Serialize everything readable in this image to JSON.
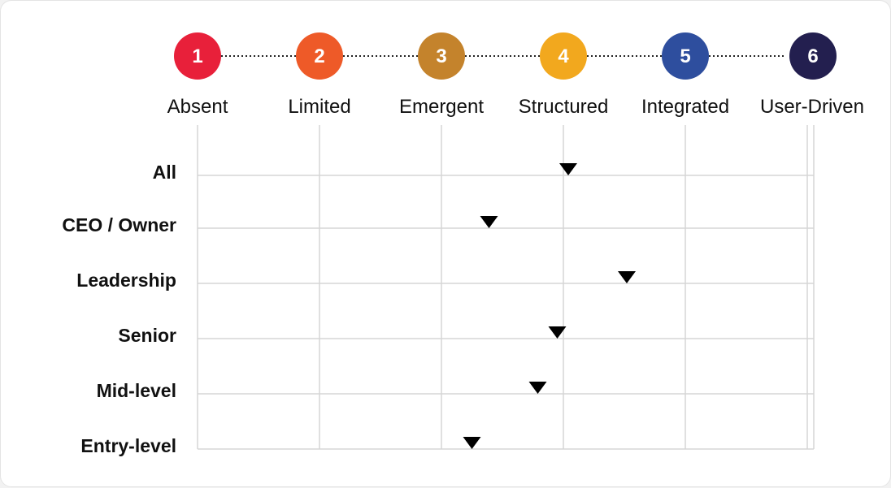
{
  "chart_data": {
    "type": "scatter",
    "orientation": "horizontal",
    "marker": "triangle-down",
    "stages": [
      {
        "number": "1",
        "label": "Absent",
        "color": "#E8203A"
      },
      {
        "number": "2",
        "label": "Limited",
        "color": "#EE5A28"
      },
      {
        "number": "3",
        "label": "Emergent",
        "color": "#C4832C"
      },
      {
        "number": "4",
        "label": "Structured",
        "color": "#F2A81E"
      },
      {
        "number": "5",
        "label": "Integrated",
        "color": "#2E4E9E"
      },
      {
        "number": "6",
        "label": "User-Driven",
        "color": "#231F4F"
      }
    ],
    "categories": [
      "All",
      "CEO / Owner",
      "Leadership",
      "Senior",
      "Mid-level",
      "Entry-level"
    ],
    "values": [
      4.04,
      3.39,
      4.52,
      3.95,
      3.79,
      3.25
    ],
    "xlim": [
      1,
      6
    ],
    "grid": true,
    "connector_style": "dotted"
  }
}
